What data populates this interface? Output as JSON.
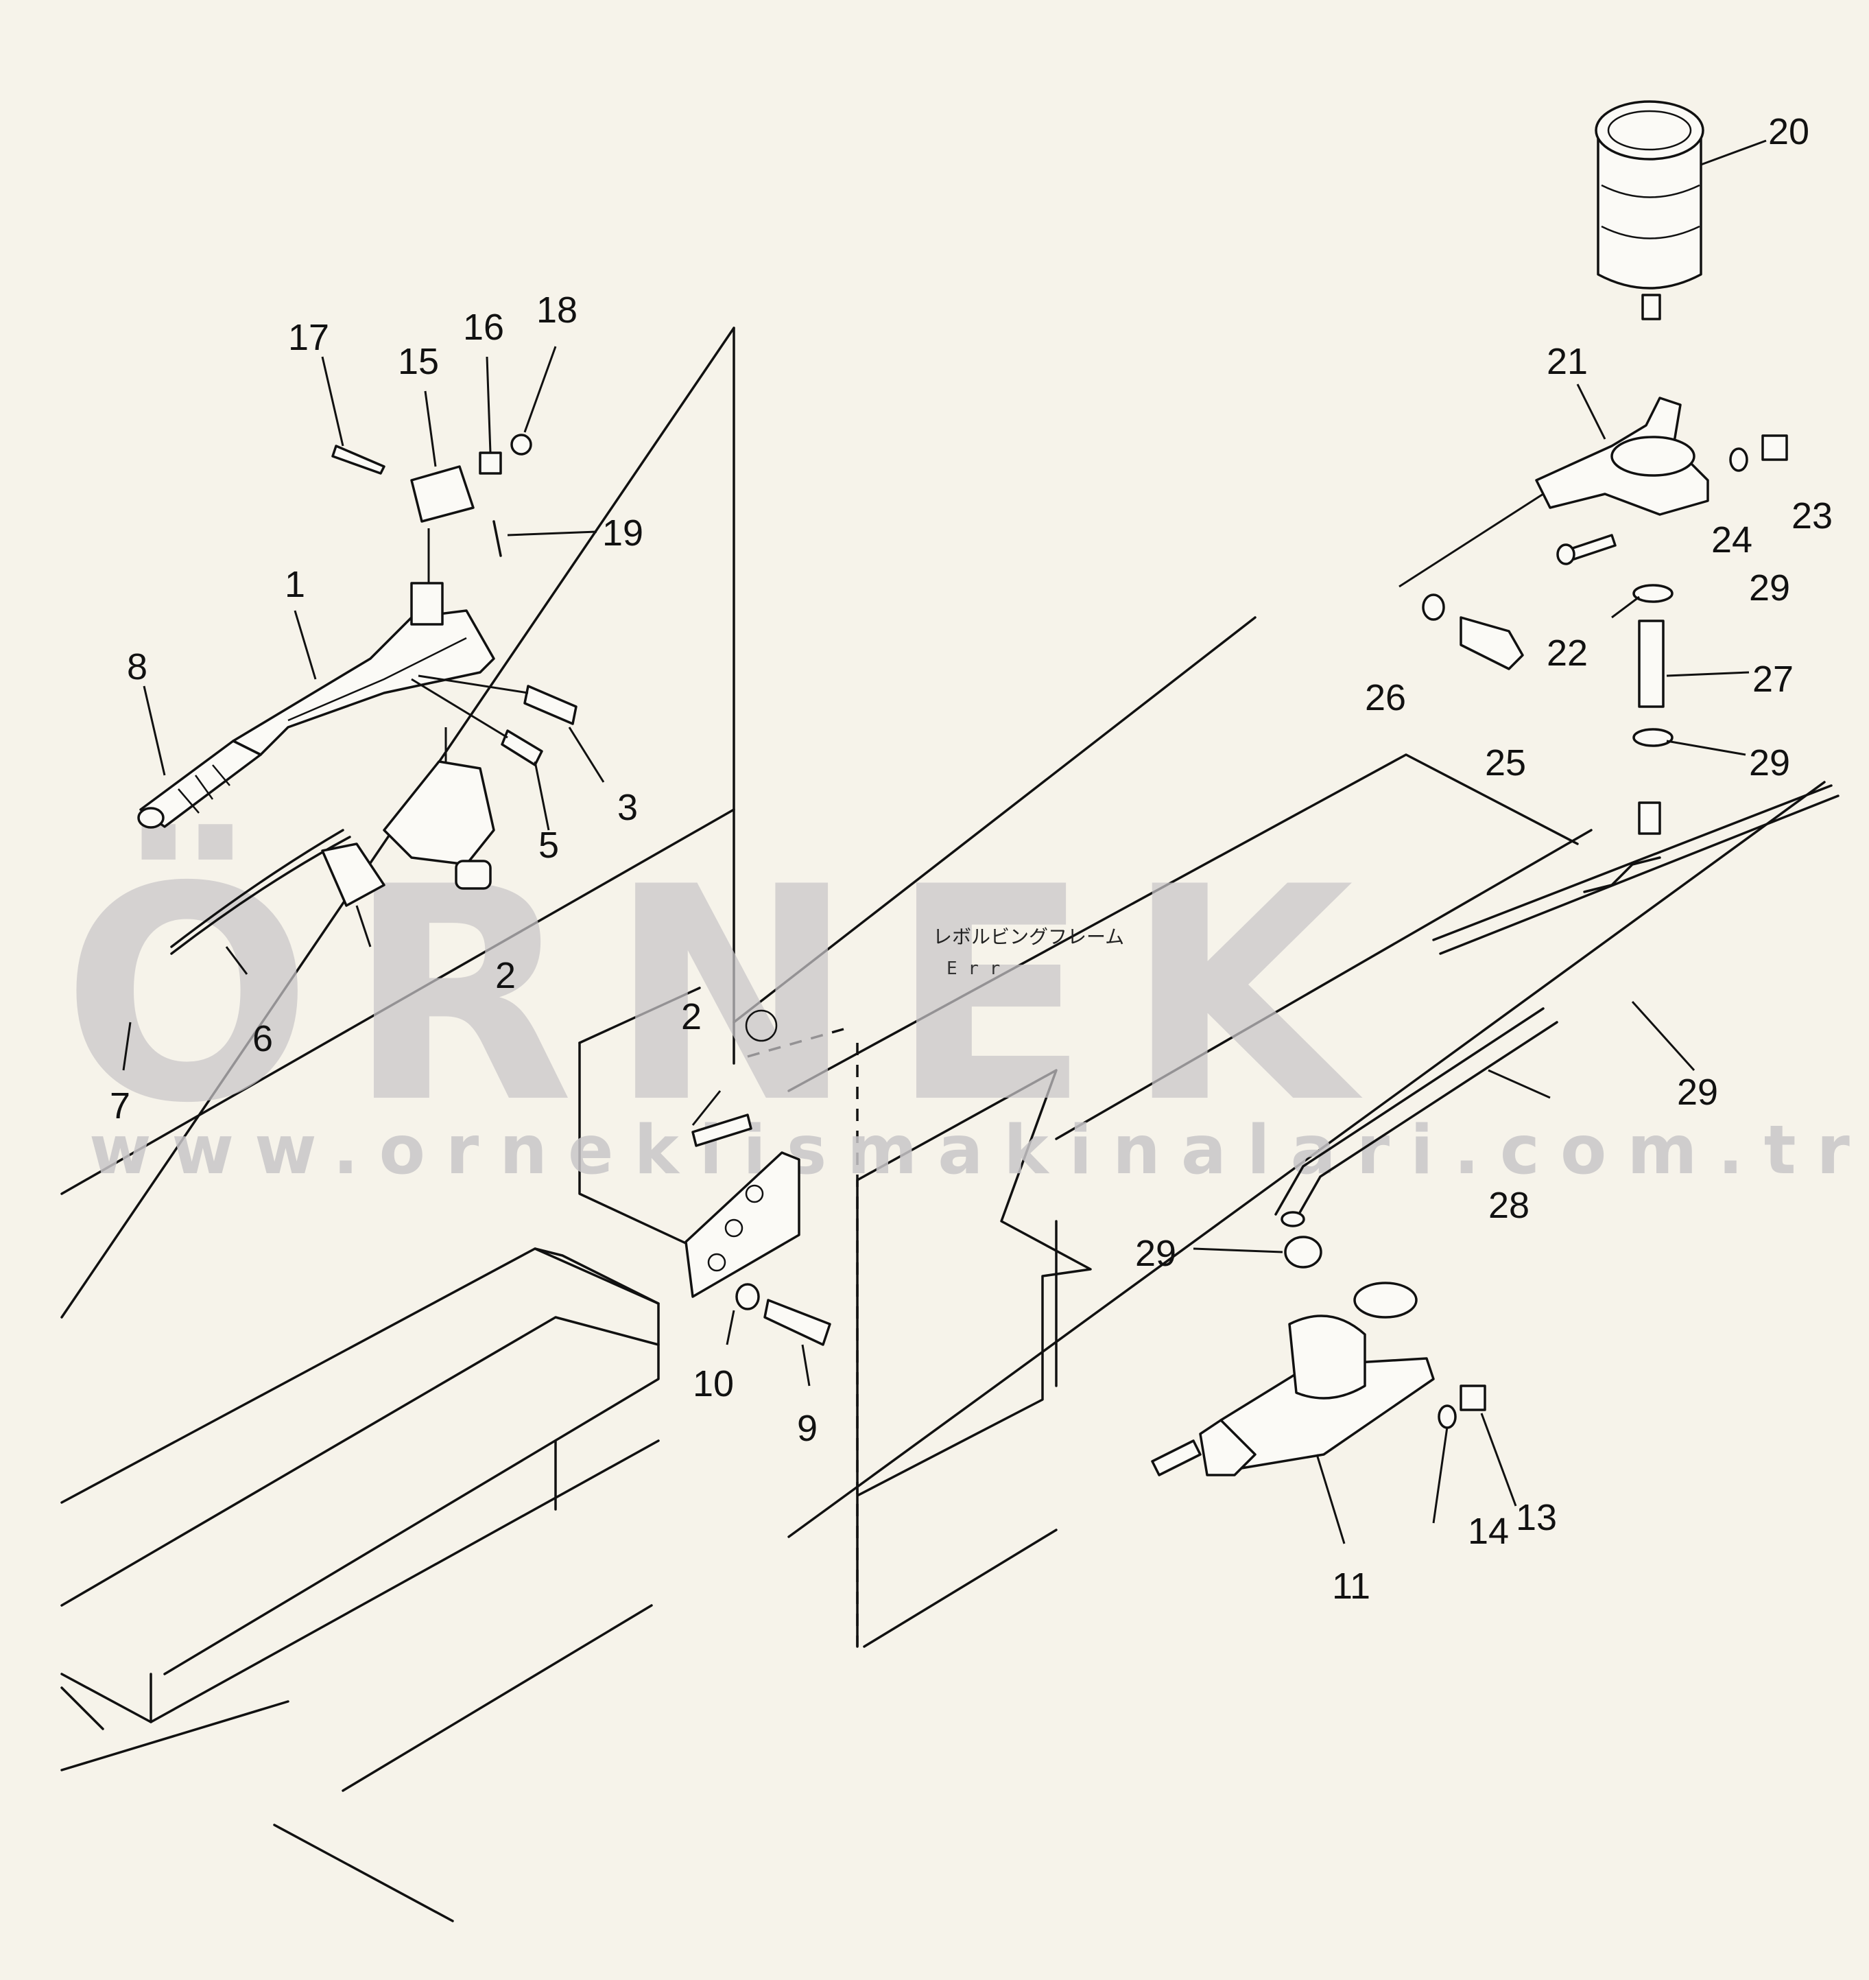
{
  "diagram": {
    "frame_label_jp": "レボルビングフレーム",
    "frame_label_en_partial": "E  r  r",
    "callouts": [
      {
        "id": "c1",
        "text": "1"
      },
      {
        "id": "c2a",
        "text": "2"
      },
      {
        "id": "c2b",
        "text": "2"
      },
      {
        "id": "c3",
        "text": "3"
      },
      {
        "id": "c5",
        "text": "5"
      },
      {
        "id": "c6",
        "text": "6"
      },
      {
        "id": "c7",
        "text": "7"
      },
      {
        "id": "c8",
        "text": "8"
      },
      {
        "id": "c9",
        "text": "9"
      },
      {
        "id": "c10",
        "text": "10"
      },
      {
        "id": "c11",
        "text": "11"
      },
      {
        "id": "c13",
        "text": "13"
      },
      {
        "id": "c14",
        "text": "14"
      },
      {
        "id": "c15",
        "text": "15"
      },
      {
        "id": "c16",
        "text": "16"
      },
      {
        "id": "c17",
        "text": "17"
      },
      {
        "id": "c18",
        "text": "18"
      },
      {
        "id": "c19",
        "text": "19"
      },
      {
        "id": "c20",
        "text": "20"
      },
      {
        "id": "c21",
        "text": "21"
      },
      {
        "id": "c22",
        "text": "22"
      },
      {
        "id": "c23",
        "text": "23"
      },
      {
        "id": "c24",
        "text": "24"
      },
      {
        "id": "c25",
        "text": "25"
      },
      {
        "id": "c26",
        "text": "26"
      },
      {
        "id": "c27",
        "text": "27"
      },
      {
        "id": "c28",
        "text": "28"
      },
      {
        "id": "c29a",
        "text": "29"
      },
      {
        "id": "c29b",
        "text": "29"
      },
      {
        "id": "c29c",
        "text": "29"
      },
      {
        "id": "c29d",
        "text": "29"
      }
    ]
  },
  "watermark": {
    "brand": "ÖRNEK",
    "url": "www.orneklismakinalari.com.tr"
  },
  "colors": {
    "background": "#f6f3ea",
    "line": "#111111",
    "watermark": "#c8c5c8"
  }
}
